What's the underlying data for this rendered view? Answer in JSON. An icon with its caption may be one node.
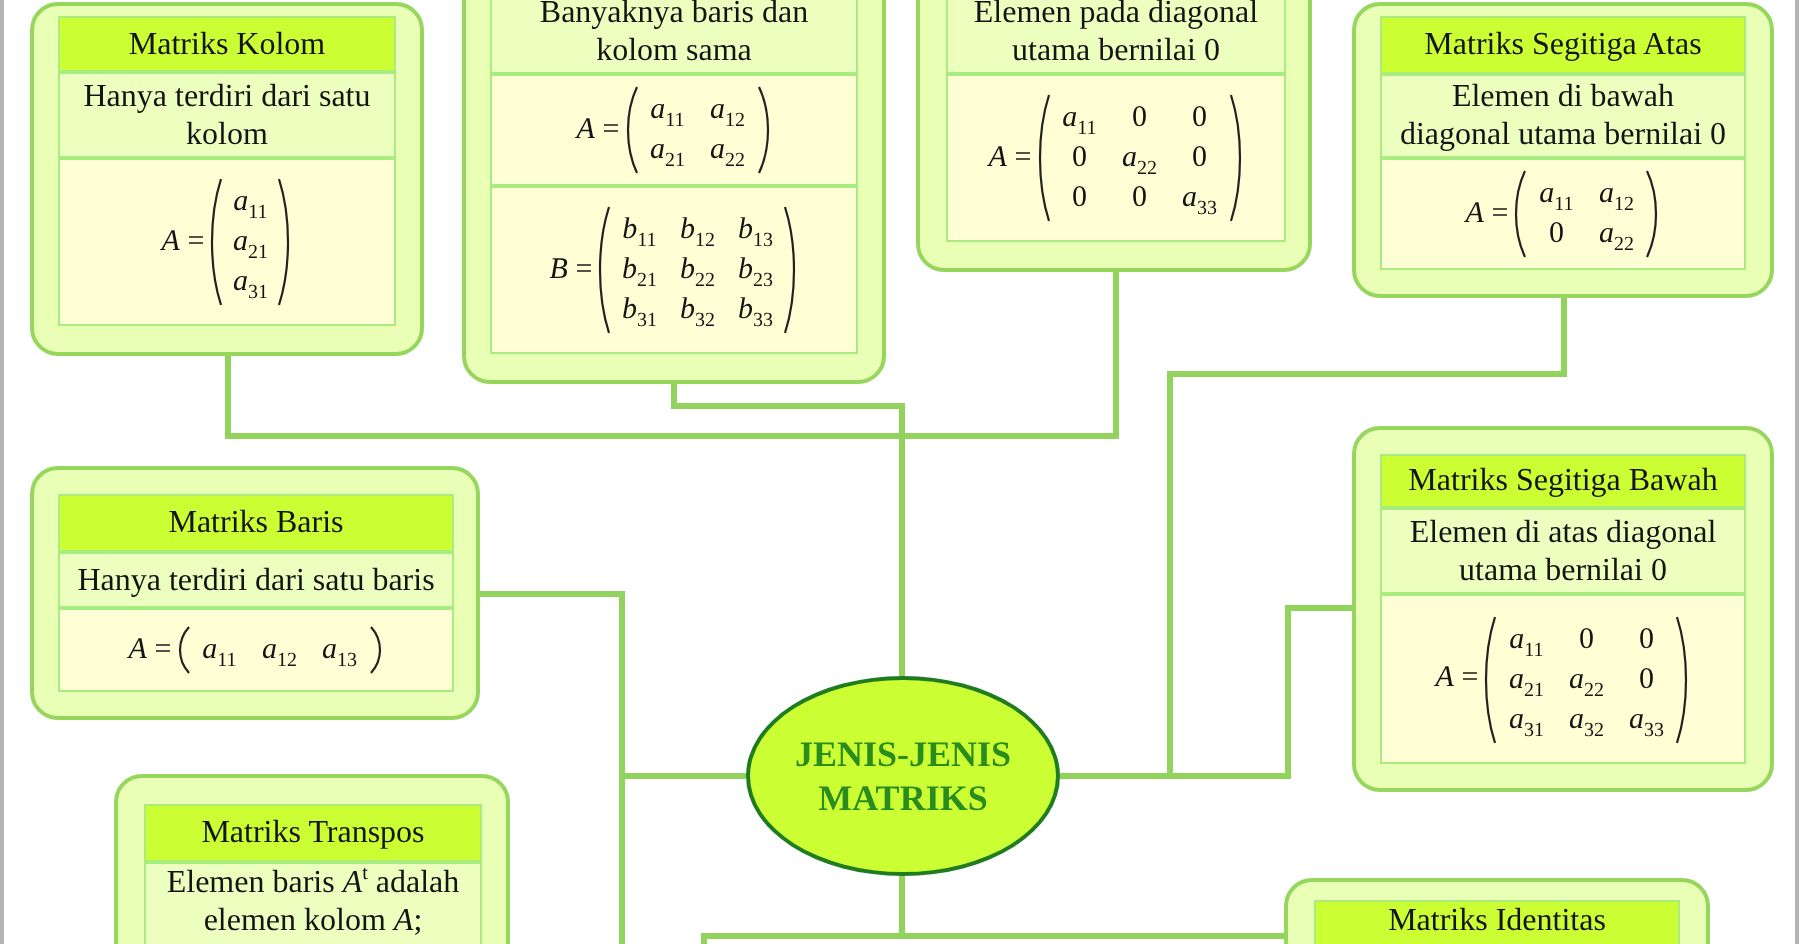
{
  "diagram": {
    "nodes": [
      {
        "text": [],
        "shape": "box"
      },
      {
        "text": [
          "Matriks Kolom"
        ],
        "in": 0
      },
      {
        "text": [
          "Hanya terdiri dari satu kolom"
        ],
        "in": 0
      },
      {
        "text": [
          "*A* =",
          "*a*$_{11}$",
          "*a*$_{21}$",
          "*a*$_{31}$"
        ],
        "in": 0
      },
      {
        "text": [],
        "shape": "box"
      },
      {
        "text": [
          "Banyaknya baris dan kolom sama"
        ],
        "in": 4
      },
      {
        "text": [
          "*A* =",
          "*a*$_{11}$ *a*$_{12}$",
          "*a*$_{21}$ *a*$_{22}$"
        ],
        "in": 4
      },
      {
        "text": [
          "*B* =",
          "*b*$_{11}$ *b*$_{12}$ *b*$_{13}$",
          "*b*$_{21}$ *b*$_{22}$ *b*$_{23}$",
          "*b*$_{31}$ *b*$_{32}$ *b*$_{33}$"
        ],
        "in": 4
      },
      {
        "text": [],
        "shape": "box"
      },
      {
        "text": [
          "Elemen pada diagonal utama bernilai 0"
        ],
        "in": 8
      },
      {
        "text": [
          "*A* =",
          "*a*$_{11}$ 0 0",
          "0 *a*$_{22}$ 0",
          "0 0 *a*$_{33}$"
        ],
        "in": 8
      },
      {
        "text": [],
        "shape": "box"
      },
      {
        "text": [
          "Matriks Segitiga Atas"
        ],
        "in": 11
      },
      {
        "text": [
          "Elemen di bawah diagonal utama bernilai 0"
        ],
        "in": 11
      },
      {
        "text": [
          "*A* =",
          "*a*$_{11}$ *a*$_{12}$",
          "0 *a*$_{22}$"
        ],
        "in": 11
      },
      {
        "text": [],
        "shape": "box"
      },
      {
        "text": [
          "Matriks Baris"
        ],
        "in": 15
      },
      {
        "text": [
          "Hanya terdiri dari satu baris"
        ],
        "in": 15
      },
      {
        "text": [
          "*A* =",
          "*a*$_{11}$ *a*$_{12}$ *a*$_{13}$"
        ],
        "in": 15
      },
      {
        "text": [],
        "shape": "box"
      },
      {
        "text": [
          "Matriks Segitiga Bawah"
        ],
        "in": 19
      },
      {
        "text": [
          "Elemen di atas diagonal utama bernilai 0"
        ],
        "in": 19
      },
      {
        "text": [
          "*A* =",
          "*a*$_{11}$ 0 0",
          "*a*$_{21}$ *a*$_{22}$ 0",
          "*a*$_{31}$ *a*$_{32}$ *a*$_{33}$"
        ],
        "in": 19
      },
      {
        "text": [
          "JENIS-JENIS MATRIKS"
        ]
      },
      {
        "text": [],
        "shape": "box"
      },
      {
        "text": [
          "Matriks Transpos"
        ],
        "in": 24
      },
      {
        "text": [
          "Elemen baris *A*$^{t}$ adalah elemen kolom *A*;"
        ],
        "in": 24
      },
      {
        "text": [],
        "shape": "box"
      },
      {
        "text": [
          "Matriks Identitas"
        ],
        "in": 27
      }
    ],
    "edges": [
      {
        "from": 23,
        "to": 0,
        "arrow": "none"
      },
      {
        "from": 23,
        "to": 4,
        "arrow": "none"
      },
      {
        "from": 23,
        "to": 8,
        "arrow": "none"
      },
      {
        "from": 23,
        "to": 11,
        "arrow": "none"
      },
      {
        "from": 23,
        "to": 15,
        "arrow": "none"
      },
      {
        "from": 23,
        "to": 19,
        "arrow": "none"
      },
      {
        "from": 23,
        "to": null,
        "arrow": "none"
      },
      {
        "from": 23,
        "to": null,
        "arrow": "none"
      },
      {
        "from": 23,
        "to": 27,
        "arrow": "none"
      }
    ]
  }
}
